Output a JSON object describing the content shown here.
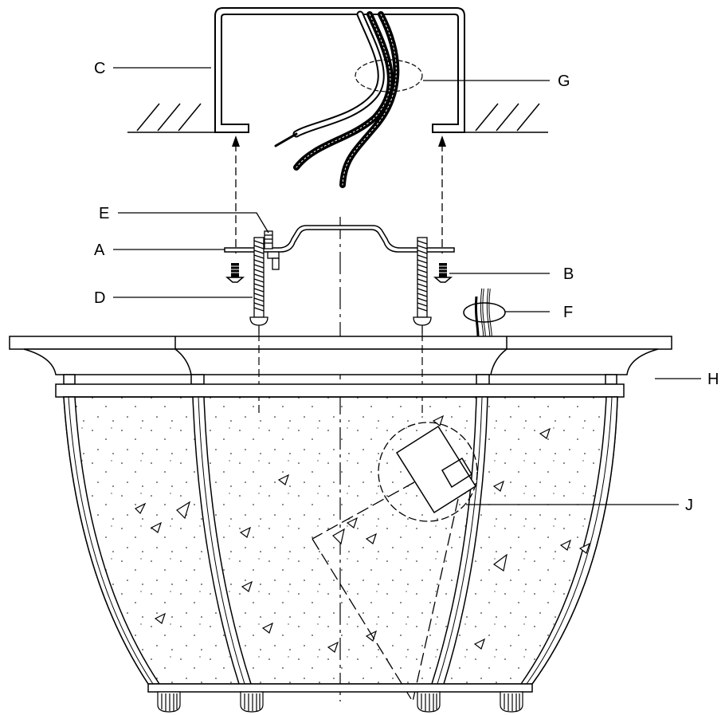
{
  "labels": {
    "A": "A",
    "B": "B",
    "C": "C",
    "D": "D",
    "E": "E",
    "F": "F",
    "G": "G",
    "H": "H",
    "J": "J"
  },
  "colors": {
    "ink": "#000000",
    "paper": "#ffffff"
  }
}
